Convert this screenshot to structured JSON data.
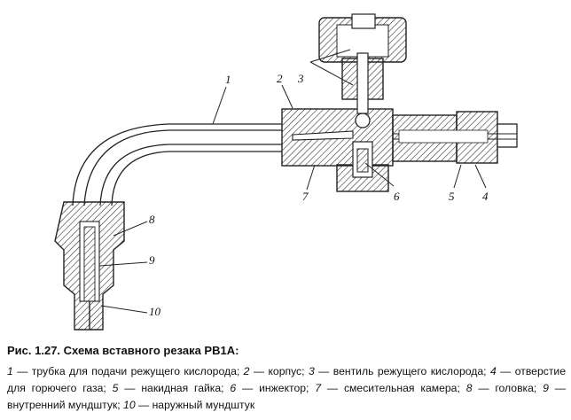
{
  "figure": {
    "number": "Рис. 1.27.",
    "title": "Схема вставного резака РВ1А:"
  },
  "callouts": [
    "1",
    "2",
    "3",
    "4",
    "5",
    "6",
    "7",
    "8",
    "9",
    "10"
  ],
  "legend": [
    {
      "num": "1",
      "text": "трубка для подачи режущего кислорода"
    },
    {
      "num": "2",
      "text": "корпус"
    },
    {
      "num": "3",
      "text": "вентиль режущего кислорода"
    },
    {
      "num": "4",
      "text": "отверстие для горючего газа"
    },
    {
      "num": "5",
      "text": "накидная гайка"
    },
    {
      "num": "6",
      "text": "инжектор"
    },
    {
      "num": "7",
      "text": "смесительная камера"
    },
    {
      "num": "8",
      "text": "головка"
    },
    {
      "num": "9",
      "text": "внутренний мундштук"
    },
    {
      "num": "10",
      "text": "наружный мундштук"
    }
  ]
}
